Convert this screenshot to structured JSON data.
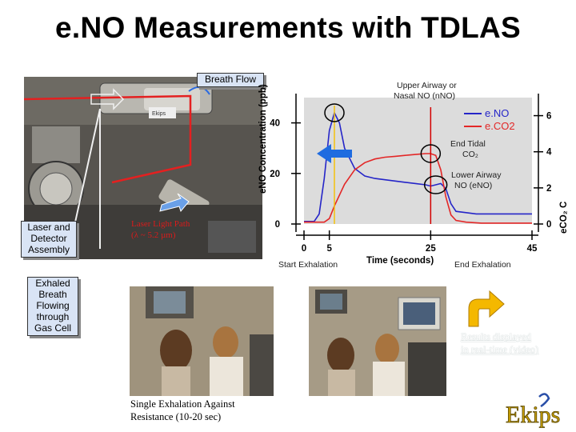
{
  "slide": {
    "title": "e.NO Measurements with TDLAS",
    "callouts": {
      "breath_flow": "Breath Flow",
      "laser_detector": [
        "Laser and",
        "Detector",
        "Assembly"
      ],
      "exhaled_breath": [
        "Exhaled",
        "Breath",
        "Flowing",
        "through",
        "Gas Cell"
      ]
    },
    "photo_labels": {
      "laser_light_path": [
        "Laser Light Path",
        "(λ ~ 5.2 µm)"
      ]
    },
    "results_text": [
      "Results displayed",
      "in real-time (video)"
    ],
    "caption": [
      "Single Exhalation Against",
      "Resistance (10-20 sec)"
    ],
    "logo_text": "Ekips",
    "colors": {
      "eno": "#2525c8",
      "eco2": "#e32727",
      "plot_bg": "#dcdcdc",
      "arrow_blue": "#1f6ce0",
      "arrow_yellow": "#f4b800",
      "logo_gold": "#c8a000",
      "logo_blue": "#2a4fa8"
    }
  },
  "chart_data": {
    "type": "line",
    "xlabel": "Time (seconds)",
    "ylabel": "eNO Concentration (ppb)",
    "ylabel_right": "eCO₂ C",
    "xlim": [
      0,
      45
    ],
    "ylim": [
      0,
      50
    ],
    "ylim_right": [
      0,
      7
    ],
    "x_ticks": [
      "0",
      "5",
      "25",
      "45"
    ],
    "x_tick_values": [
      0,
      5,
      25,
      45
    ],
    "y_ticks": [
      "0",
      "20",
      "40"
    ],
    "y_tick_values": [
      0,
      20,
      40
    ],
    "y_ticks_right": [
      "0",
      "2",
      "4",
      "6"
    ],
    "y_tick_values_right": [
      0,
      2,
      4,
      6
    ],
    "x_sub_labels": [
      "Start Exhalation",
      "End Exhalation"
    ],
    "legend": [
      "e.NO",
      "e.CO2"
    ],
    "legend_position": "top-right",
    "series": [
      {
        "name": "e.NO",
        "axis": "left",
        "x": [
          0,
          2,
          3,
          4,
          5,
          6,
          7,
          8,
          10,
          12,
          14,
          16,
          18,
          20,
          22,
          24,
          25,
          26,
          27,
          28,
          29,
          30,
          32,
          34,
          36,
          38,
          40,
          42,
          44,
          45
        ],
        "values": [
          1,
          1,
          4,
          18,
          37,
          44,
          40,
          30,
          22,
          19,
          18,
          17.5,
          17,
          16.5,
          16,
          15.5,
          15,
          15.5,
          16,
          14,
          8,
          5,
          4.5,
          4,
          4,
          4,
          4,
          4,
          4,
          4
        ]
      },
      {
        "name": "e.CO2",
        "axis": "right",
        "x": [
          0,
          4,
          5,
          6,
          8,
          10,
          12,
          14,
          16,
          18,
          20,
          22,
          24,
          25,
          26,
          27,
          28,
          29,
          30,
          32,
          35,
          40,
          45
        ],
        "values": [
          0.1,
          0.1,
          0.3,
          1.0,
          2.2,
          3.0,
          3.4,
          3.6,
          3.7,
          3.75,
          3.8,
          3.85,
          3.9,
          3.9,
          3.8,
          3.0,
          1.5,
          0.5,
          0.2,
          0.1,
          0.05,
          0.05,
          0.05
        ]
      }
    ],
    "annotations": {
      "upper_airway": [
        "Upper Airway or",
        "Nasal NO (nNO)"
      ],
      "end_tidal": [
        "End Tidal",
        "CO₂"
      ],
      "lower_airway": [
        "Lower Airway",
        "NO (eNO)"
      ]
    }
  }
}
